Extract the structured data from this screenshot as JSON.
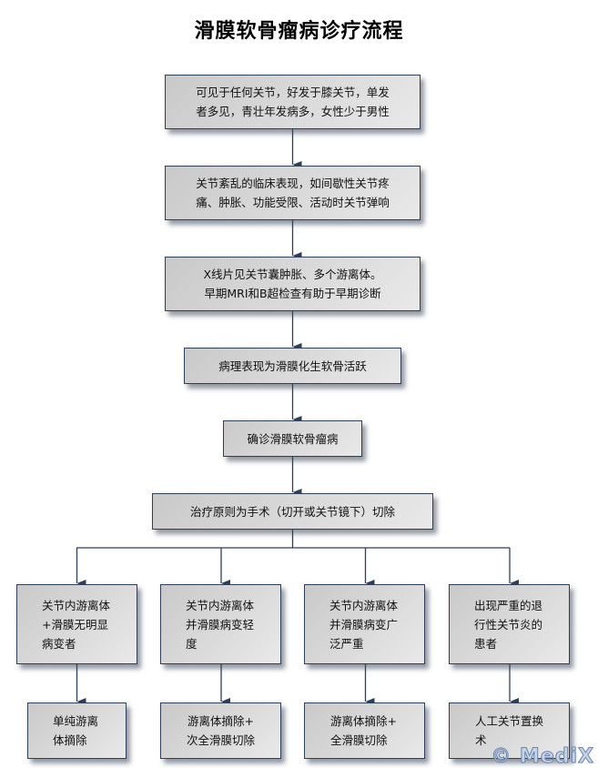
{
  "title": "滑膜软骨瘤病诊疗流程",
  "colors": {
    "border": "#2f3f55",
    "arrow": "#2f3f55",
    "box_fill_start": "#c9c9c9",
    "box_fill_end": "#e9e9e9"
  },
  "steps": [
    {
      "lines": [
        "可见于任何关节，好发于膝关节，单发",
        "者多见，青壮年发病多，女性少于男性"
      ]
    },
    {
      "lines": [
        "关节紊乱的临床表现，如间歇性关节疼",
        "痛、肿胀、功能受限、活动时关节弹响"
      ]
    },
    {
      "lines": [
        "X线片见关节囊肿胀、多个游离体。",
        "早期MRI和B超检查有助于早期诊断"
      ]
    },
    {
      "lines": [
        "病理表现为滑膜化生软骨活跃"
      ]
    },
    {
      "lines": [
        "确诊滑膜软骨瘤病"
      ]
    },
    {
      "lines": [
        "治疗原则为手术（切开或关节镜下）切除"
      ]
    }
  ],
  "branches": [
    {
      "condition": [
        "关节内游离体",
        "+滑膜无明显",
        "病变者"
      ],
      "treatment": [
        "单纯游离",
        "体摘除"
      ]
    },
    {
      "condition": [
        "关节内游离体",
        "并滑膜病变轻",
        "度"
      ],
      "treatment": [
        "游离体摘除+",
        "次全滑膜切除"
      ]
    },
    {
      "condition": [
        "关节内游离体",
        "并滑膜病变广",
        "泛严重"
      ],
      "treatment": [
        "游离体摘除+",
        "全滑膜切除"
      ]
    },
    {
      "condition": [
        "出现严重的退",
        "行性关节炎的",
        "患者"
      ],
      "treatment": [
        "人工关节置换",
        "术"
      ]
    }
  ],
  "watermark": "© MediX"
}
